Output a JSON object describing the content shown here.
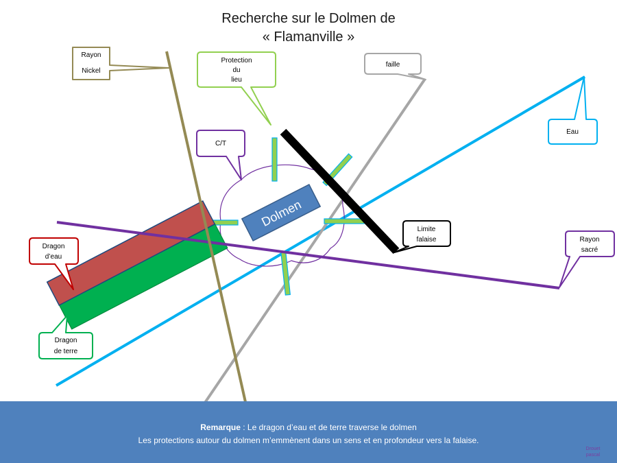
{
  "title": {
    "line1": "Recherche sur le Dolmen de",
    "line2": "« Flamanville »"
  },
  "labels": {
    "rayon_nickel": [
      "Rayon",
      "Nickel"
    ],
    "protection": [
      "Protection",
      "du",
      "lieu"
    ],
    "faille": [
      "faille"
    ],
    "eau": [
      "Eau"
    ],
    "ct": [
      "C/T"
    ],
    "limite_falaise": [
      "Limite",
      "falaise"
    ],
    "rayon_sacre": [
      "Rayon",
      "sacré"
    ],
    "dragon_eau": [
      "Dragon",
      "d’eau"
    ],
    "dragon_terre": [
      "Dragon",
      "de terre"
    ],
    "dolmen": "Dolmen"
  },
  "footer": {
    "remark_label": "Remarque",
    "remark_text": " : Le dragon d’eau et de terre traverse le dolmen",
    "line2": "Les protections autour du dolmen  m’emmènent  dans un sens et en  profondeur vers la falaise."
  },
  "author": [
    "Drouet",
    "pascal"
  ],
  "colors": {
    "rayon_nickel": "#948a54",
    "protection": "#92d050",
    "faille": "#a6a6a6",
    "eau": "#00b0f0",
    "ct": "#7030a0",
    "rayon_sacre": "#7030a0",
    "dragon_eau": "#c0504d",
    "dragon_eau_border": "#c00000",
    "dragon_terre": "#00b050",
    "dragon_terre_border": "#00b050",
    "dolmen": "#4f81bd",
    "limite_falaise": "#000000",
    "footer": "#4f81bd"
  }
}
